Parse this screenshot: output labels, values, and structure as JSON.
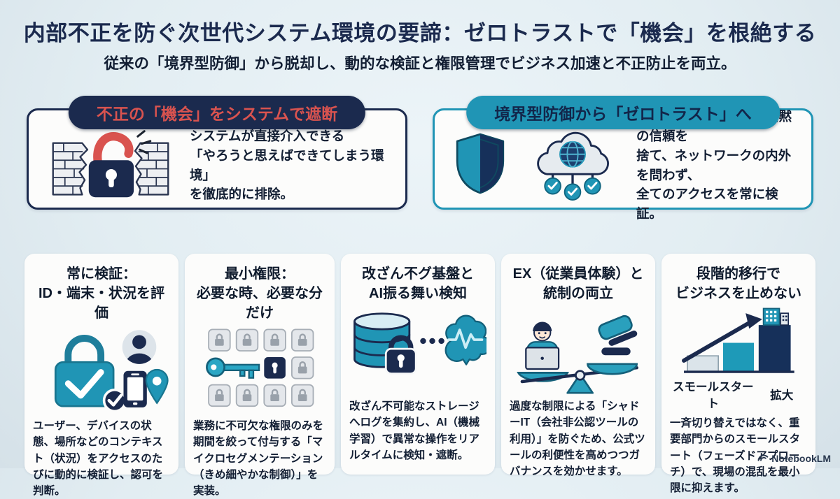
{
  "header": {
    "title": "内部不正を防ぐ次世代システム環境の要諦：ゼロトラストで「機会」を根絶する",
    "subtitle": "従来の「境界型防御」から脱却し、動的な検証と権限管理でビジネス加速と不正防止を両立。"
  },
  "panels": {
    "block_opportunity": {
      "header": "不正の「機会」をシステムで遮断",
      "body": "システムが直接介入できる\n「やろうと思えばできてしまう環境」\nを徹底的に排除。",
      "icon": "broken-wall-open-padlock-icon"
    },
    "to_zero_trust": {
      "header": "境界型防御から「ゼロトラスト」へ",
      "body": "「社内は安全」という暗黙の信頼を\n捨て、ネットワークの内外を問わず、\n全てのアクセスを常に検証。",
      "icons": [
        "shield-icon",
        "cloud-network-verify-icon"
      ]
    }
  },
  "cards": [
    {
      "title": "常に検証：\nID・端末・状況を評価",
      "body": "ユーザー、デバイスの状態、場所などのコンテキスト（状況）をアクセスのたびに動的に検証し、認可を判断。",
      "icons": [
        "verified-padlock-icon",
        "user-avatar-icon",
        "smartphone-icon",
        "location-pin-icon"
      ]
    },
    {
      "title": "最小権限：\n必要な時、必要な分だけ",
      "body": "業務に不可欠な権限のみを期間を絞って付与する「マイクロセグメンテーション（きめ細やかな制御）」を実装。",
      "icons": [
        "key-icon",
        "permission-grid-icon"
      ]
    },
    {
      "title": "改ざん不グ基盤と\nAI振る舞い検知",
      "body": "改ざん不可能なストレージへログを集約し、AI（機械学習）で異常な操作をリアルタイムに検知・遮断。",
      "icons": [
        "locked-database-icon",
        "ai-brain-icon"
      ]
    },
    {
      "title": "EX（従業員体験）と\n統制の両立",
      "body": "過度な制限による「シャドーIT（会社非公認ツールの利用）」を防ぐため、公式ツールの利便性を高めつつガバナンスを効かせます。",
      "icons": [
        "employee-laptop-icon",
        "gavel-icon",
        "balance-scale-icon"
      ]
    },
    {
      "title": "段階的移行で\nビジネスを止めない",
      "body": "一斉切り替えではなく、重要部門からのスモールスタート（フェーズドアプローチ）で、現場の混乱を最小限に抑えます。",
      "icons": [
        "growth-bars-arrow-icon",
        "building-icon"
      ],
      "bar_labels": {
        "start": "スモールスタート",
        "expand": "拡大"
      }
    }
  ],
  "footer": {
    "brand": "NotebookLM",
    "logo_icon": "notebooklm-logo-icon"
  },
  "colors": {
    "navy": "#1b2a4e",
    "teal": "#2095b5",
    "red": "#d9534f",
    "background": "#e2edf2",
    "card_background": "#fcfcfb"
  }
}
